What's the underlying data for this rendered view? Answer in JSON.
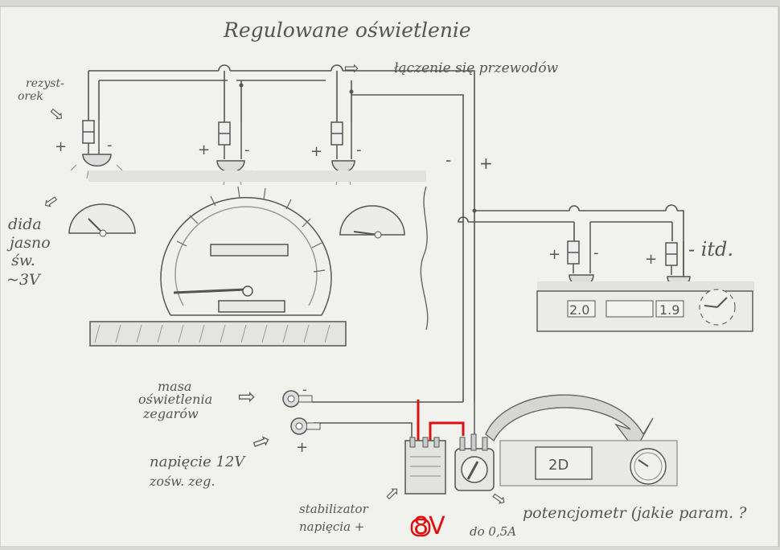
{
  "title": "Regulowane oświetlenie",
  "labels": {
    "junction": "łączenie się przewodów",
    "resistor_line1": "rezyst-",
    "resistor_line2": "orek",
    "led_line1": "dida",
    "led_line2": "jasno",
    "led_line3": "św.",
    "led_line4": "~3V",
    "etc": "- itd.",
    "ground_line1": "masa",
    "ground_line2": "oświetlenia",
    "ground_line3": "zegarów",
    "supply_line1": "napięcie 12V",
    "supply_line2": "zośw. zeg.",
    "stab_line1": "stabilizator",
    "stab_line2": "napięcia +",
    "stab_line3": "do 0,5A",
    "stab_voltage": "8V",
    "pot": "potencjometr (jakie param. ?",
    "bus_minus": "-",
    "bus_plus": "+",
    "gauge_left": "2.0",
    "gauge_right": "1.9",
    "box_label": "2D"
  },
  "polarity": {
    "plus": "+",
    "minus": "-"
  },
  "colors": {
    "paper": "#f1f1ee",
    "pencil": "#5a5a5a",
    "annotation": "#e01010"
  }
}
